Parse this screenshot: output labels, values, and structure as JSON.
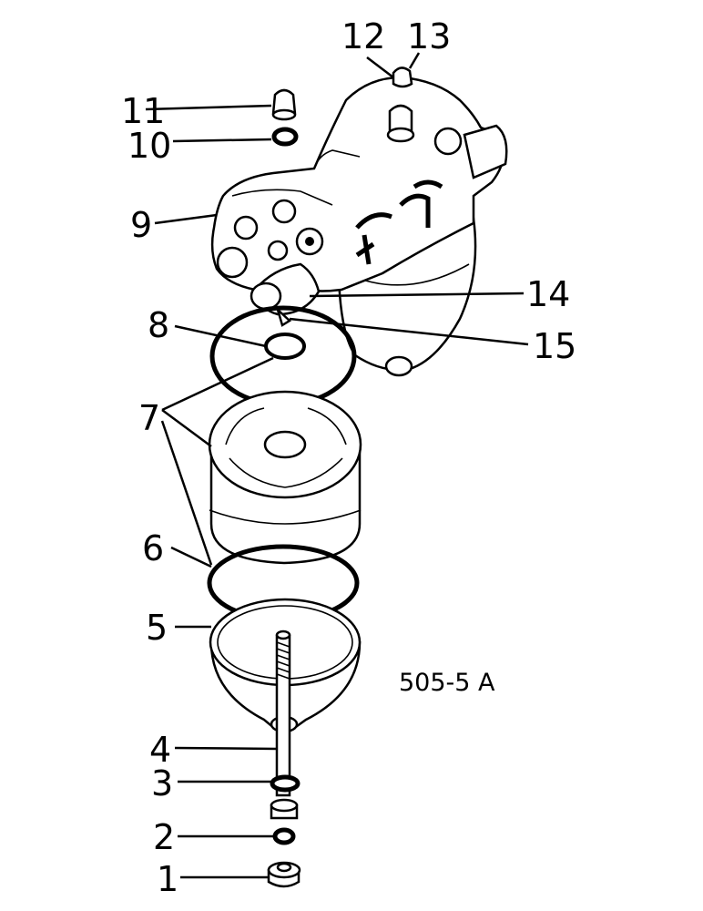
{
  "diagram": {
    "code": "505-5 A",
    "callouts": [
      "1",
      "2",
      "3",
      "4",
      "5",
      "6",
      "7",
      "8",
      "9",
      "10",
      "11",
      "12",
      "13",
      "14",
      "15"
    ]
  }
}
